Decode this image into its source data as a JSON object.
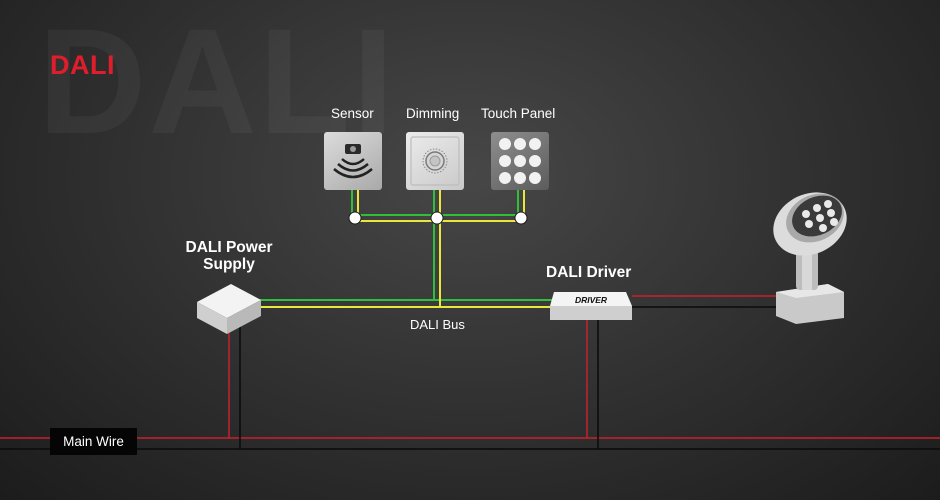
{
  "watermark_text": "DALI",
  "brand_label": "DALI",
  "devices": {
    "sensor_label": "Sensor",
    "dimming_label": "Dimming",
    "touch_panel_label": "Touch Panel"
  },
  "power_supply_label": "DALI Power Supply",
  "driver_label": "DALI Driver",
  "driver_box_text": "DRIVER",
  "bus_label": "DALI Bus",
  "main_wire_label": "Main Wire",
  "colors": {
    "accent_red": "#e01e2b",
    "bus_green": "#2fbf3a",
    "bus_yellow": "#e8e83c",
    "wire_red": "#c8202c",
    "wire_black": "#0a0a0a"
  }
}
